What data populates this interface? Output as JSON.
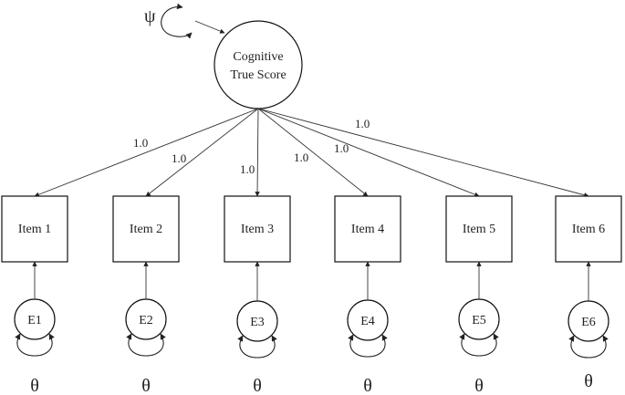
{
  "latent": {
    "label_line1": "Cognitive",
    "label_line2": "True Score",
    "variance_symbol": "ψ"
  },
  "items": [
    {
      "label": "Item 1",
      "loading": "1.0",
      "error": "E1",
      "error_variance": "θ"
    },
    {
      "label": "Item 2",
      "loading": "1.0",
      "error": "E2",
      "error_variance": "θ"
    },
    {
      "label": "Item 3",
      "loading": "1.0",
      "error": "E3",
      "error_variance": "θ"
    },
    {
      "label": "Item 4",
      "loading": "1.0",
      "error": "E4",
      "error_variance": "θ"
    },
    {
      "label": "Item 5",
      "loading": "1.0",
      "error": "E5",
      "error_variance": "θ"
    },
    {
      "label": "Item 6",
      "loading": "1.0",
      "error": "E6",
      "error_variance": "θ"
    }
  ],
  "colors": {
    "stroke": "#111111",
    "background": "#ffffff"
  }
}
